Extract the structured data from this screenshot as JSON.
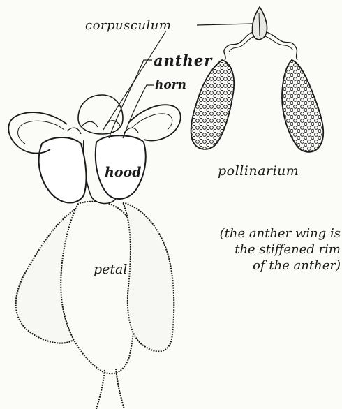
{
  "labels": {
    "corpusculum": "corpusculum",
    "anther": "anther",
    "horn": "horn",
    "hood": "hood",
    "pollinarium": "pollinarium",
    "petal": "petal"
  },
  "note": {
    "line1": "(the anther wing is",
    "line2": "the stiffened rim",
    "line3": "of the anther)"
  },
  "colors": {
    "ink": "#1a1a1a",
    "paper": "#fbfbf8"
  }
}
